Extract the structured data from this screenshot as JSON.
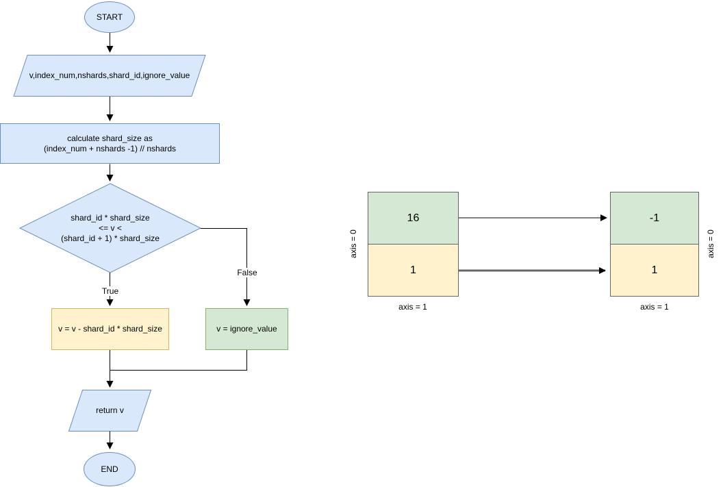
{
  "colors": {
    "blue_fill": "#dae8fc",
    "blue_stroke": "#6c8ebf",
    "yellow_fill": "#fff2cc",
    "yellow_stroke": "#d6b656",
    "green_fill": "#d5e8d4",
    "green_stroke": "#82b366",
    "table_border": "#666666",
    "connector": "#000000",
    "thick_connector": "#666666"
  },
  "flowchart": {
    "start_label": "START",
    "input_text": "v,index_num,nshards,shard_id,ignore_value",
    "process_text": "calculate shard_size as\n(index_num + nshards -1) // nshards",
    "decision_text": "shard_id * shard_size\n<= v <\n(shard_id + 1) * shard_size",
    "true_label": "True",
    "false_label": "False",
    "true_action_text": "v = v - shard_id * shard_size",
    "false_action_text": "v = ignore_value",
    "return_text": "return v",
    "end_label": "END"
  },
  "array_diagram": {
    "source_table": {
      "rows": [
        {
          "value": "16"
        },
        {
          "value": "1"
        }
      ],
      "axis0_label": "axis = 0",
      "axis1_label": "axis = 1"
    },
    "result_table": {
      "rows": [
        {
          "value": "-1"
        },
        {
          "value": "1"
        }
      ],
      "axis0_label": "axis = 0",
      "axis1_label": "axis = 1"
    }
  }
}
